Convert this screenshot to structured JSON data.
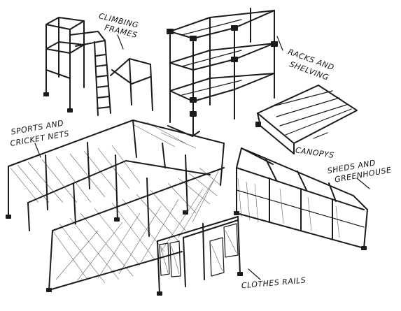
{
  "labels": {
    "climbing": [
      "CLIMBING",
      "FRAMES"
    ],
    "racks": [
      "RACKS AND",
      "SHELVING"
    ],
    "sports": [
      "SPORTS AND",
      "CRICKET NETS"
    ],
    "canopys": [
      "CANOPYS"
    ],
    "sheds": [
      "SHEDS AND",
      "GREENHOUSE"
    ],
    "clothes": [
      "CLOTHES RAILS"
    ]
  },
  "colors": {
    "ink": "#1b1b1b",
    "paper": "#ffffff"
  }
}
